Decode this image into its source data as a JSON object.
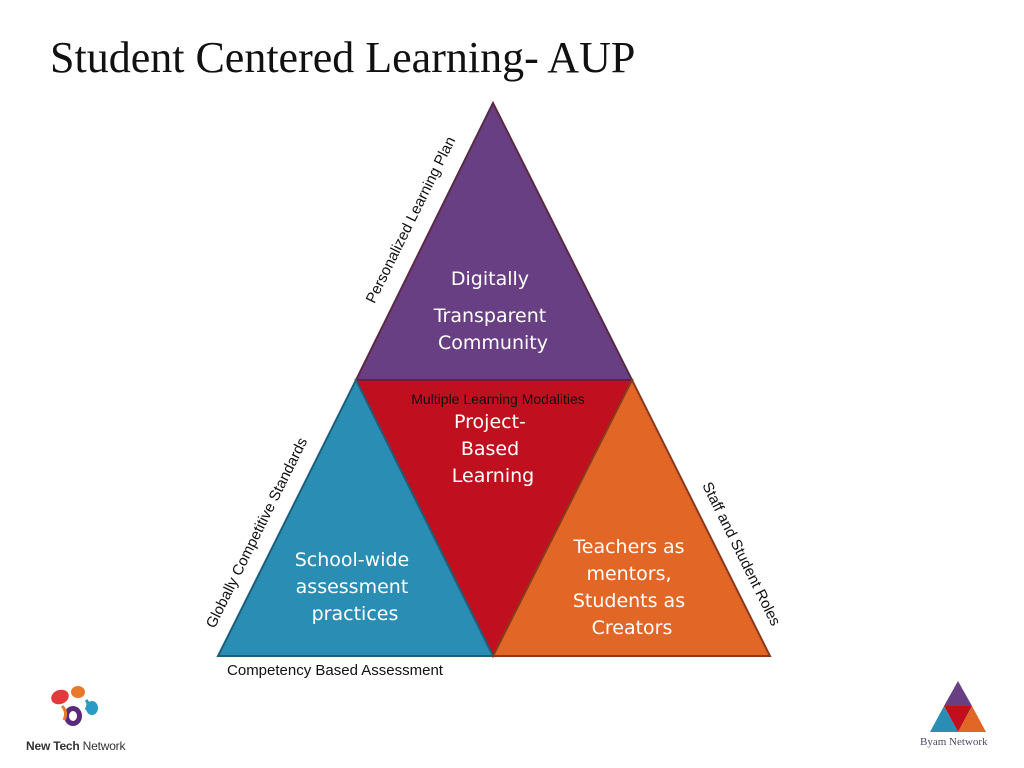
{
  "slide": {
    "title": "Student Centered Learning- AUP"
  },
  "triangles": {
    "top": {
      "lines": [
        "Digitally",
        "Transparent",
        "Community"
      ],
      "color": "#673f82"
    },
    "center": {
      "lines": [
        "Project-",
        "Based",
        "Learning"
      ],
      "color": "#c0101f"
    },
    "left": {
      "lines": [
        "School-wide",
        "assessment",
        "practices"
      ],
      "color": "#2a8db3"
    },
    "right": {
      "lines": [
        "Teachers as",
        "mentors,",
        "Students as",
        "Creators"
      ],
      "color": "#e26625"
    }
  },
  "edge_labels": {
    "top_left": "Personalized Learning Plan",
    "inner_top": "Multiple Learning Modalities",
    "outer_left": "Globally Competitive Standards",
    "outer_right": "Staff and Student Roles",
    "bottom": "Competency Based Assessment"
  },
  "logos": {
    "left_name_prefix": "New Tech",
    "left_name_suffix": " Network",
    "right_name": "Byam Network"
  },
  "colors": {
    "edge": "#7a2a35",
    "text_on_dark": "#ffffff",
    "label_text": "#111111"
  }
}
